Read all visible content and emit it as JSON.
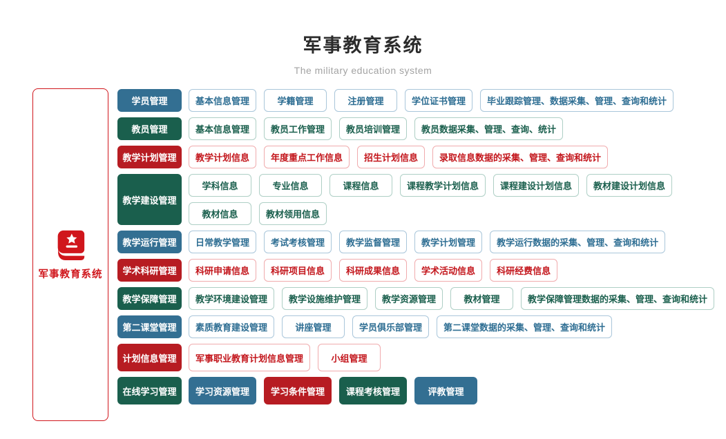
{
  "header": {
    "title": "军事教育系统",
    "subtitle": "The military education system"
  },
  "sidebar": {
    "label": "军事教育系统",
    "icon": "book-star-icon"
  },
  "colors": {
    "blue": "#336f92",
    "green": "#1a5f4d",
    "red": "#b71c22",
    "blue_border": "#a9c6da",
    "green_border": "#aecfc5",
    "red_border": "#f0abad",
    "blue_text": "#2e6e93",
    "green_text": "#1a5f4d",
    "red_text": "#c3161c",
    "sidebar_red": "#d0161c"
  },
  "rows": [
    {
      "category": "学员管理",
      "color": "blue",
      "lines": [
        [
          "基本信息管理",
          "学籍管理",
          "注册管理",
          "学位证书管理",
          "毕业跟踪管理、数据采集、管理、查询和统计"
        ]
      ]
    },
    {
      "category": "教员管理",
      "color": "green",
      "lines": [
        [
          "基本信息管理",
          "教员工作管理",
          "教员培训管理",
          "教员数据采集、管理、查询、统计"
        ]
      ]
    },
    {
      "category": "教学计划管理",
      "color": "red",
      "lines": [
        [
          "教学计划信息",
          "年度重点工作信息",
          "招生计划信息",
          "录取信息数据的采集、管理、查询和统计"
        ]
      ]
    },
    {
      "category": "教学建设管理",
      "color": "green",
      "lines": [
        [
          "学科信息",
          "专业信息",
          "课程信息",
          "课程教学计划信息",
          "课程建设计划信息",
          "教材建设计划信息"
        ],
        [
          "教材信息",
          "教材领用信息"
        ]
      ]
    },
    {
      "category": "教学运行管理",
      "color": "blue",
      "lines": [
        [
          "日常教学管理",
          "考试考核管理",
          "教学监督管理",
          "教学计划管理",
          "教学运行数据的采集、管理、查询和统计"
        ]
      ]
    },
    {
      "category": "学术科研管理",
      "color": "red",
      "lines": [
        [
          "科研申请信息",
          "科研项目信息",
          "科研成果信息",
          "学术活动信息",
          "科研经费信息"
        ]
      ]
    },
    {
      "category": "教学保障管理",
      "color": "green",
      "lines": [
        [
          "教学环境建设管理",
          "教学设施维护管理",
          "教学资源管理",
          "教材管理",
          "教学保障管理数据的采集、管理、查询和统计"
        ]
      ]
    },
    {
      "category": "第二课堂管理",
      "color": "blue",
      "lines": [
        [
          "素质教育建设管理",
          "讲座管理",
          "学员俱乐部管理",
          "第二课堂数据的采集、管理、查询和统计"
        ]
      ]
    },
    {
      "category": "计划信息管理",
      "color": "red",
      "tall": true,
      "lines": [
        [
          "军事职业教育计划信息管理",
          "小组管理"
        ]
      ]
    },
    {
      "category": "在线学习管理",
      "color": "green",
      "tall": true,
      "lines": [
        [
          {
            "label": "学习资源管理",
            "color": "blue"
          },
          {
            "label": "学习条件管理",
            "color": "red"
          },
          {
            "label": "课程考核管理",
            "color": "green"
          },
          {
            "label": "评教管理",
            "color": "blue"
          }
        ]
      ]
    }
  ]
}
